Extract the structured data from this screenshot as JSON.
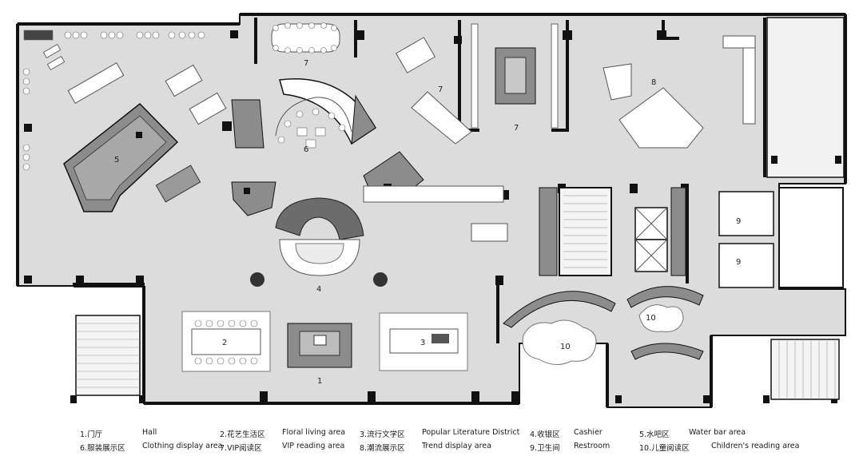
{
  "zones": [
    {
      "id": "1",
      "label": "1"
    },
    {
      "id": "2",
      "label": "2"
    },
    {
      "id": "3",
      "label": "3"
    },
    {
      "id": "4",
      "label": "4"
    },
    {
      "id": "5",
      "label": "5"
    },
    {
      "id": "6",
      "label": "6"
    },
    {
      "id": "7a",
      "label": "7"
    },
    {
      "id": "7b",
      "label": "7"
    },
    {
      "id": "7c",
      "label": "7"
    },
    {
      "id": "8",
      "label": "8"
    },
    {
      "id": "9a",
      "label": "9"
    },
    {
      "id": "9b",
      "label": "9"
    },
    {
      "id": "10a",
      "label": "10"
    },
    {
      "id": "10b",
      "label": "10"
    }
  ],
  "legend": [
    {
      "num": "1.门厅",
      "en": "Hall"
    },
    {
      "num": "2.花艺生活区",
      "en": "Floral living area"
    },
    {
      "num": "3.流行文学区",
      "en": "Popular Literature District"
    },
    {
      "num": "4.收银区",
      "en": "Cashier"
    },
    {
      "num": "5.水吧区",
      "en": "Water bar area"
    },
    {
      "num": "6.服装展示区",
      "en": "Clothing display area"
    },
    {
      "num": "7.VIP阅读区",
      "en": "VIP reading area"
    },
    {
      "num": "8.潮流展示区",
      "en": "Trend display area"
    },
    {
      "num": "9.卫生间",
      "en": "Restroom"
    },
    {
      "num": "10.儿童阅读区",
      "en": "Children's reading area"
    }
  ],
  "colors": {
    "wall": "#111111",
    "floor": "#dcdcdc",
    "dark_fill": "#8c8c8c",
    "furniture": "#ffffff",
    "stair": "#f4f4f4",
    "background": "#ffffff"
  }
}
